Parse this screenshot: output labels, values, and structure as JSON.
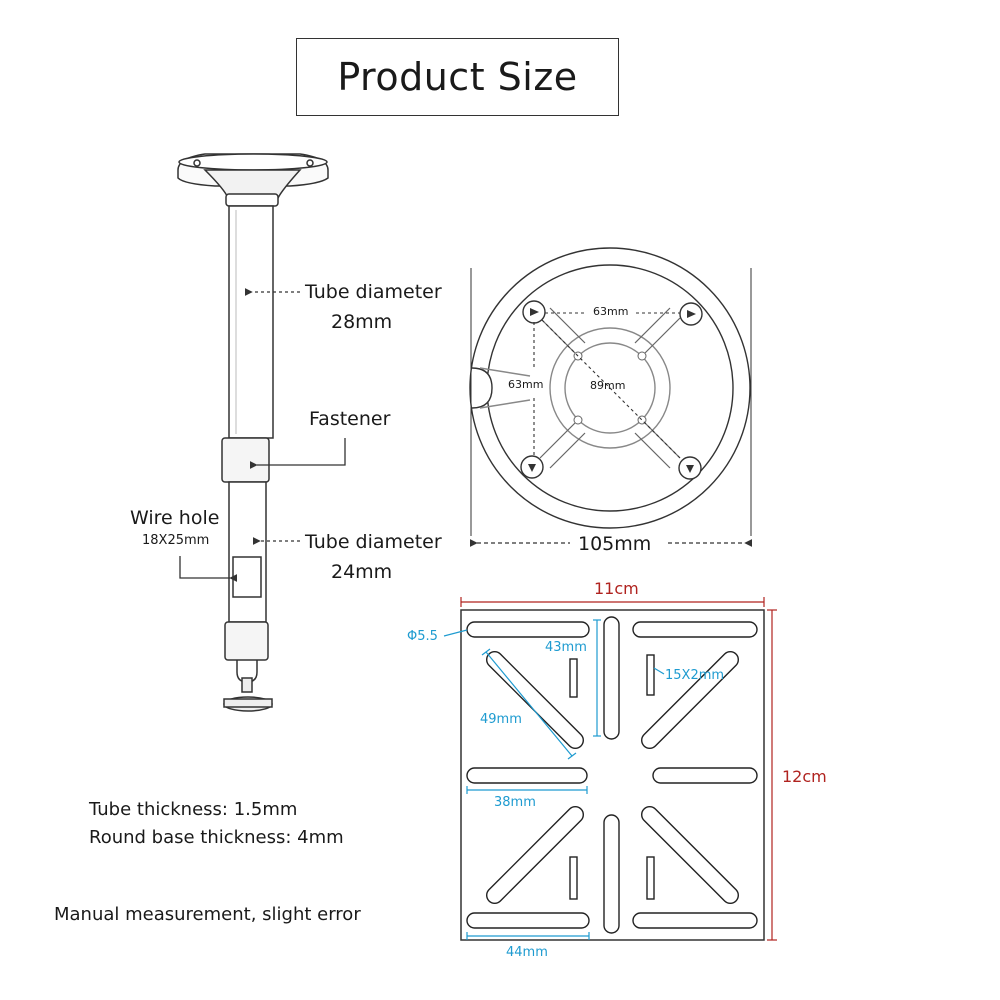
{
  "title": "Product Size",
  "labels": {
    "tube_diameter_top": "Tube diameter",
    "tube_diameter_top_value": "28mm",
    "fastener": "Fastener",
    "wire_hole": "Wire hole",
    "wire_hole_size": "18X25mm",
    "tube_diameter_bottom": "Tube diameter",
    "tube_diameter_bottom_value": "24mm"
  },
  "round_base": {
    "hole_spacing_horizontal": "63mm",
    "hole_spacing_vertical": "63mm",
    "hole_spacing_diagonal": "89mm",
    "diameter": "105mm"
  },
  "plate": {
    "width": "11cm",
    "height": "12cm",
    "hole_diameter": "Φ5.5",
    "slot_vertical_length": "43mm",
    "small_slot_size": "15X2mm",
    "diagonal_slot_length": "49mm",
    "horizontal_slot_length": "38mm",
    "bottom_slot_length": "44mm"
  },
  "notes": {
    "tube_thickness": "Tube thickness: 1.5mm",
    "base_thickness": "Round base thickness: 4mm",
    "disclaimer": "Manual measurement, slight error"
  },
  "colors": {
    "dimension_blue": "#1e9bd0",
    "dimension_red": "#b0231f",
    "line": "#333333"
  }
}
